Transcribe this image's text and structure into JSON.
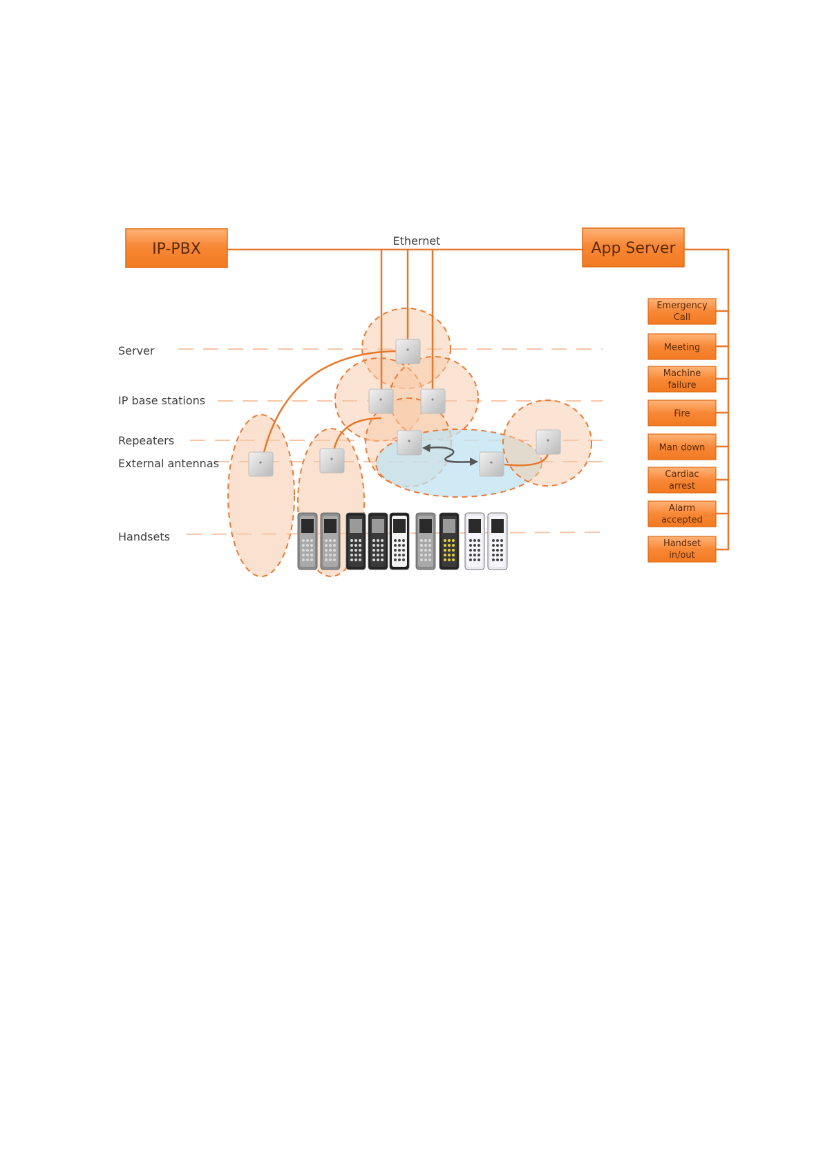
{
  "network": {
    "ethernet_label": "Ethernet",
    "ip_pbx_label": "IP-PBX",
    "app_server_label": "App Server"
  },
  "levels": [
    "Server",
    "IP base stations",
    "Repeaters",
    "External antennas",
    "Handsets"
  ],
  "alarm_boxes": [
    [
      "Emergency",
      "Call"
    ],
    [
      "Meeting"
    ],
    [
      "Machine",
      "failure"
    ],
    [
      "Fire"
    ],
    [
      "Man down"
    ],
    [
      "Cardiac",
      "arrest"
    ],
    [
      "Alarm",
      "accepted"
    ],
    [
      "Handset",
      "in/out"
    ]
  ],
  "handsets": [
    {
      "body": "grey",
      "keys": "light"
    },
    {
      "body": "grey",
      "keys": "light"
    },
    {
      "body": "black",
      "keys": "light"
    },
    {
      "body": "black",
      "keys": "light"
    },
    {
      "body": "white-black",
      "keys": "dark"
    },
    {
      "body": "grey",
      "keys": "light"
    },
    {
      "body": "black",
      "keys": "yellow"
    },
    {
      "body": "white",
      "keys": "dark"
    },
    {
      "body": "white",
      "keys": "dark"
    }
  ],
  "colors": {
    "accent": "#f07a1e",
    "box_fill": "#f58a2e",
    "coverage_fill": "#f7c9a8",
    "blue_area": "#bfe3f2",
    "line": "#e8772a"
  }
}
